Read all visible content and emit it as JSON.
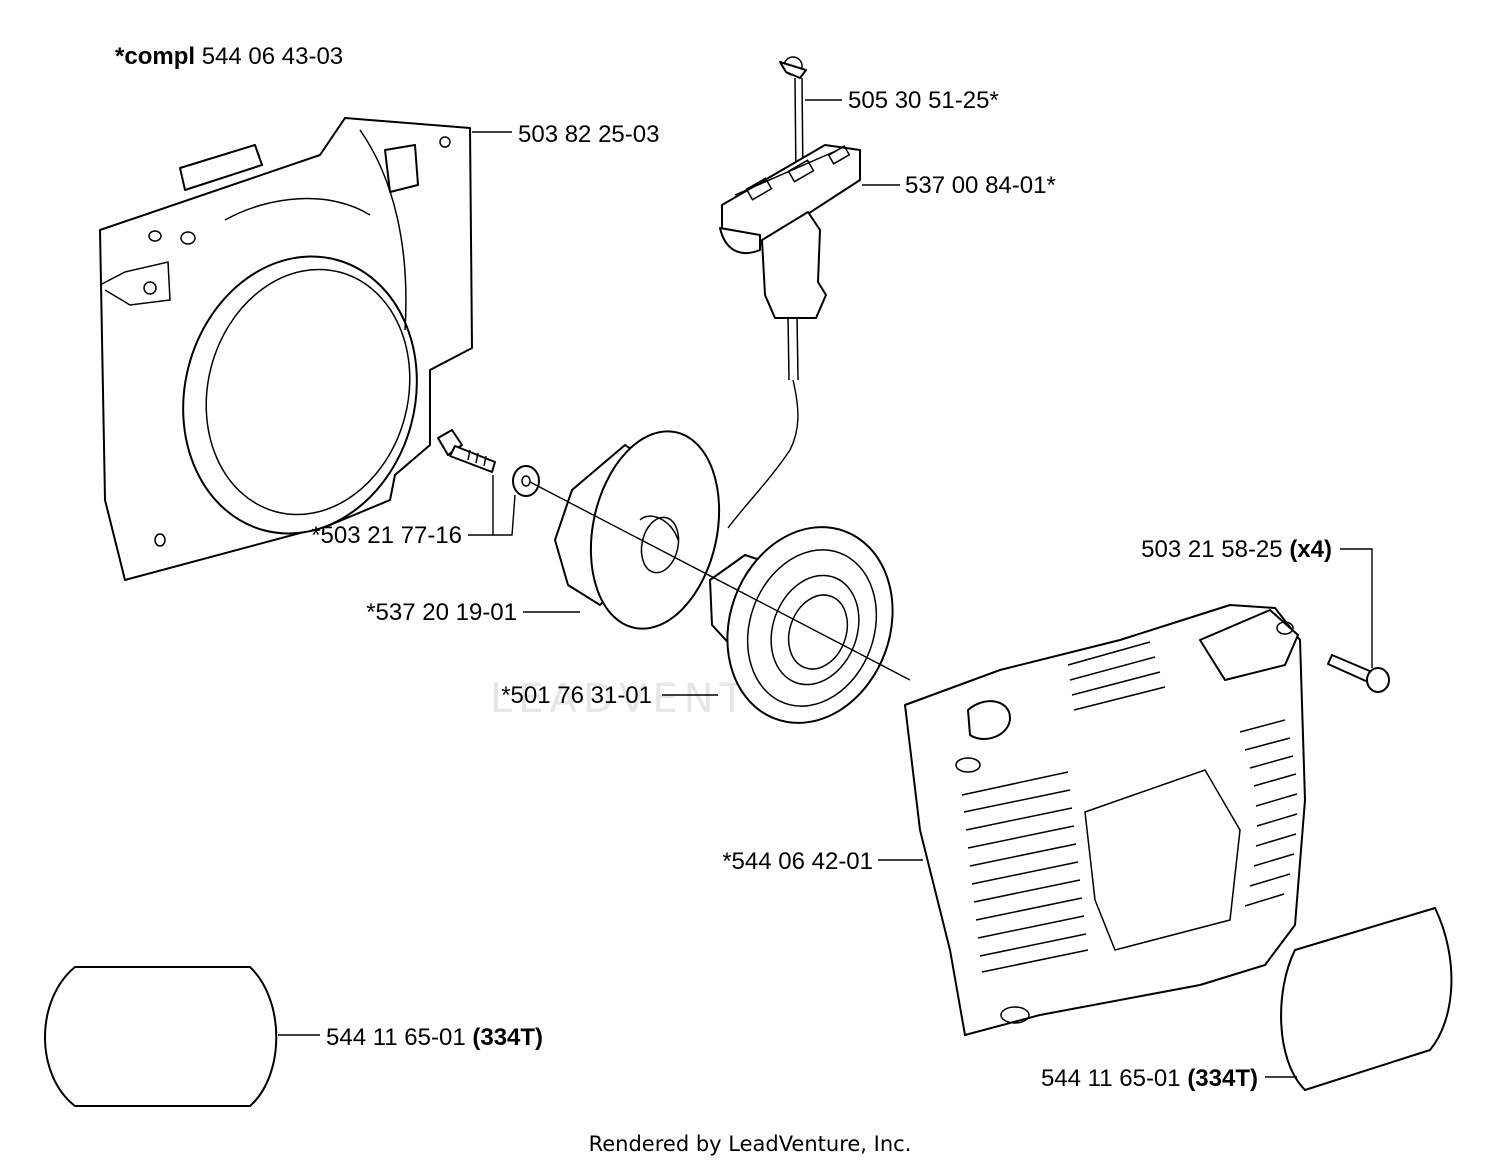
{
  "diagram": {
    "header": {
      "prefix": "*compl",
      "part": "544 06 43-03"
    },
    "labels": {
      "fan_housing": "503 82 25-03",
      "rope": "505 30 51-25*",
      "handle": "537 00 84-01*",
      "bolt": "*503 21 77-16",
      "pulley": "*537 20 19-01",
      "spring": "*501 76 31-01",
      "screws": {
        "part": "503 21 58-25",
        "qty": "(x4)"
      },
      "starter_cover": "*544 06 42-01",
      "decal_left": {
        "part": "544 11 65-01",
        "model": "(334T)"
      },
      "decal_right": {
        "part": "544 11 65-01",
        "model": "(334T)"
      }
    },
    "watermark": "LEADVENTURE",
    "footer": "Rendered by LeadVenture, Inc."
  }
}
